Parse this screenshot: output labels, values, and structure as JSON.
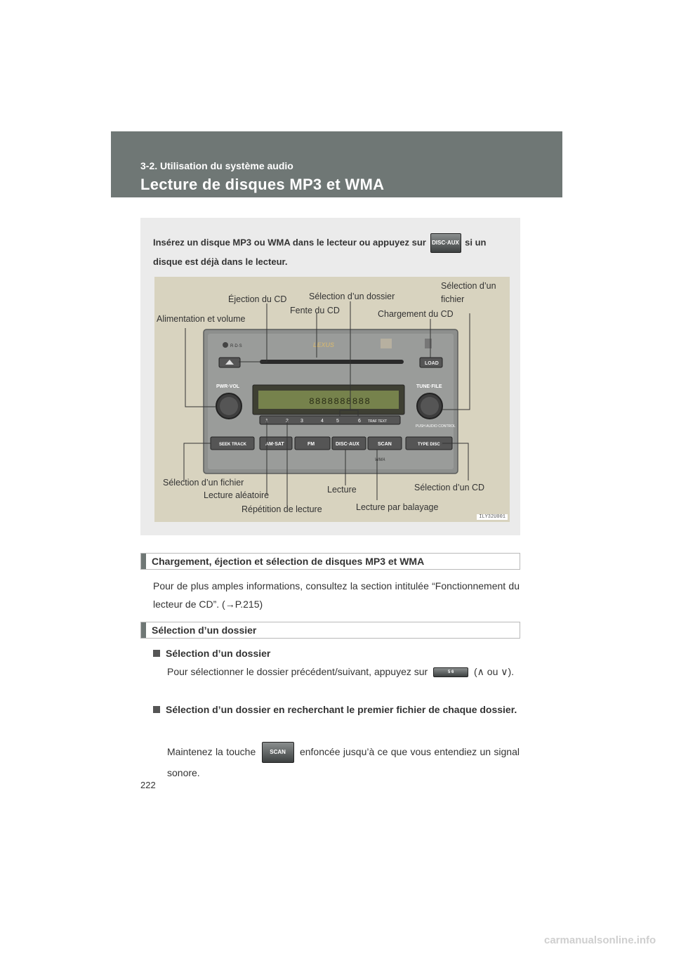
{
  "header": {
    "section": "3-2. Utilisation du système audio",
    "title": "Lecture de disques MP3 et WMA"
  },
  "intro": {
    "text_before": "Insérez un disque MP3 ou WMA dans le lecteur ou appuyez sur",
    "button_label": "DISC·AUX",
    "text_after": "si un disque est déjà dans le lecteur."
  },
  "figure": {
    "code": "ILY32U001",
    "callouts": {
      "power_volume": "Alimentation et volume",
      "eject": "Éjection du CD",
      "cd_slot": "Fente du CD",
      "folder_select": "Sélection d’un dossier",
      "file_select_top": "Sélection d’un fichier",
      "load": "Chargement du CD",
      "file_select_left": "Sélection d’un fichier",
      "random": "Lecture aléatoire",
      "repeat": "Répétition de lecture",
      "play": "Lecture",
      "scan": "Lecture par balayage",
      "cd_select": "Sélection d’un CD"
    },
    "unit_labels": {
      "pwr_vol": "PWR·VOL",
      "tune_file": "TUNE·FILE",
      "load": "LOAD",
      "seek_track": "SEEK TRACK",
      "am_sat": "AM·SAT",
      "fm": "FM",
      "disc_aux": "DISC·AUX",
      "scan": "SCAN",
      "type_disc": "TYPE DISC",
      "push_audio": "PUSH AUDIO CONTROL",
      "traf_text": "TRAF  TEXT",
      "brand": "LEXUS",
      "wma": "WMA",
      "presets": [
        "1",
        "2",
        "3",
        "4",
        "5",
        "6"
      ]
    }
  },
  "section1": {
    "heading": "Chargement, éjection et sélection de disques MP3 et WMA",
    "body": "Pour de plus amples informations, consultez la section intitulée “Fonctionnement du lecteur de CD”. (→P.215)"
  },
  "section2": {
    "heading": "Sélection d’un dossier",
    "bullet1": {
      "title": "Sélection d’un dossier",
      "text_before": "Pour sélectionner le dossier précédent/suivant, appuyez sur",
      "button_label": "5   6",
      "text_after": "(∧ ou ∨)."
    },
    "bullet2": {
      "title": "Sélection d’un dossier en recherchant le premier fichier de chaque dossier.",
      "text_before": "Maintenez la touche",
      "button_label": "SCAN",
      "text_after": "enfoncée jusqu’à ce que vous entendiez un signal sonore."
    }
  },
  "page_number": "222",
  "watermark": "carmanualsonline.info"
}
